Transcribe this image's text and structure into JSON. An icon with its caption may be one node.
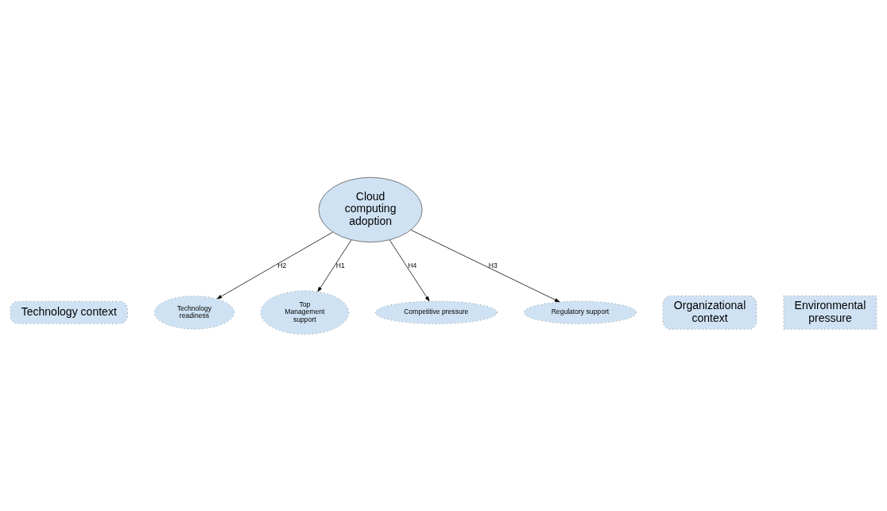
{
  "diagram": {
    "nodes": [
      {
        "text": [
          "Technology context"
        ]
      },
      {
        "text": [
          "Technology readiness"
        ]
      },
      {
        "text": [
          "Cloud computing adoption"
        ]
      },
      {
        "text": [
          "Organizational context"
        ]
      },
      {
        "text": [
          "Top Management support"
        ]
      },
      {
        "text": [
          "Environmental pressure"
        ]
      },
      {
        "text": [
          "Competitive pressure"
        ]
      },
      {
        "text": [
          "Regulatory support"
        ]
      }
    ],
    "edges": [
      {
        "from": 2,
        "to": 1,
        "arrow": "to",
        "label": "H2"
      },
      {
        "from": 2,
        "to": 4,
        "arrow": "to",
        "label": "H1"
      },
      {
        "from": 2,
        "to": 7,
        "arrow": "to",
        "label": "H3"
      },
      {
        "from": 2,
        "to": 6,
        "arrow": "to",
        "label": "H4"
      }
    ]
  }
}
